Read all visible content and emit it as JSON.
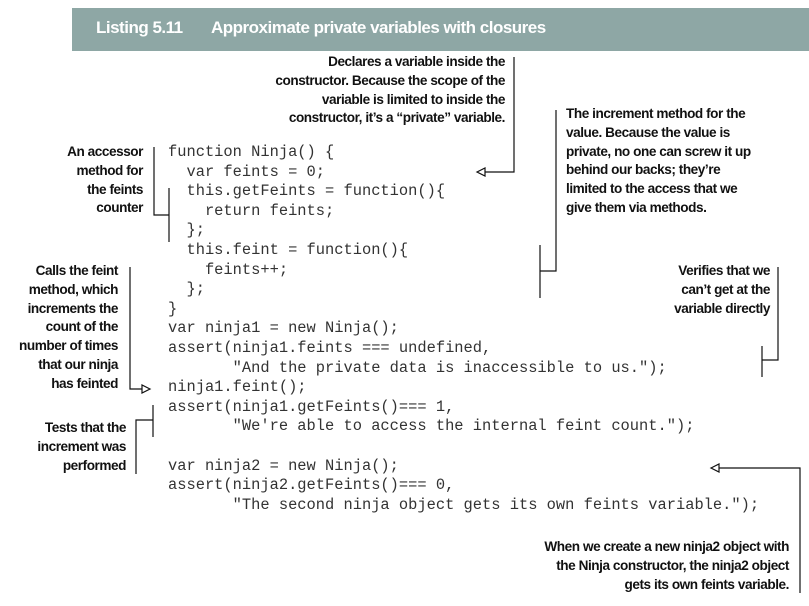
{
  "listing": {
    "number": "Listing 5.11",
    "title": "Approximate private variables with closures"
  },
  "code_lines": [
    "function Ninja() {",
    "  var feints = 0;",
    "  this.getFeints = function(){",
    "    return feints;",
    "  };",
    "  this.feint = function(){",
    "    feints++;",
    "  };",
    "}",
    "var ninja1 = new Ninja();",
    "assert(ninja1.feints === undefined,",
    "       \"And the private data is inaccessible to us.\");",
    "ninja1.feint();",
    "assert(ninja1.getFeints()=== 1,",
    "       \"We're able to access the internal feint count.\");",
    "",
    "var ninja2 = new Ninja();",
    "assert(ninja2.getFeints()=== 0,",
    "       \"The second ninja object gets its own feints variable.\");"
  ],
  "annotations": {
    "declares": "Declares a variable inside the\nconstructor. Because the scope of the\nvariable is limited to inside the\nconstructor, it’s a “private” variable.",
    "increment": "The increment method for the\nvalue. Because the value is\nprivate, no one can screw it up\nbehind our backs; they’re\nlimited to the access that we\ngive them via methods.",
    "accessor": "An accessor\nmethod for\nthe feints\ncounter",
    "calls": "Calls the feint\nmethod, which\nincrements the\ncount of the\nnumber of times\nthat our ninja\nhas feinted",
    "tests": "Tests that the\nincrement was\nperformed",
    "verifies": "Verifies that we\ncan’t get at the\nvariable directly",
    "ninja2": "When we create a new ninja2 object with\nthe Ninja constructor, the ninja2 object\ngets its own feints variable."
  },
  "colors": {
    "header_bg": "#8ea7a5",
    "header_text": "#ffffff"
  }
}
